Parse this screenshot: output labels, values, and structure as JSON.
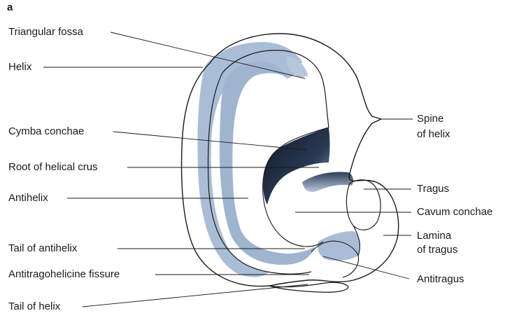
{
  "figure": {
    "panel_letter": "a",
    "labels": {
      "triangular_fossa": "Triangular fossa",
      "helix": "Helix",
      "cymba_conchae": "Cymba conchae",
      "root_of_helical_crus": "Root of helical crus",
      "antihelix": "Antihelix",
      "tail_of_antihelix": "Tail of antihelix",
      "antitragohelicine_fissure": "Antitragohelicine fissure",
      "tail_of_helix": "Tail of helix",
      "spine_of_helix_line1": "Spine",
      "spine_of_helix_line2": "of helix",
      "tragus": "Tragus",
      "cavum_conchae": "Cavum conchae",
      "lamina_of_tragus_line1": "Lamina",
      "lamina_of_tragus_line2": "of tragus",
      "antitragus": "Antitragus"
    },
    "colors": {
      "outline": "#1a1a1a",
      "cartilage_shade": "#9fb4cf",
      "deep_shade": "#1f2a3a",
      "background": "#ffffff"
    }
  }
}
